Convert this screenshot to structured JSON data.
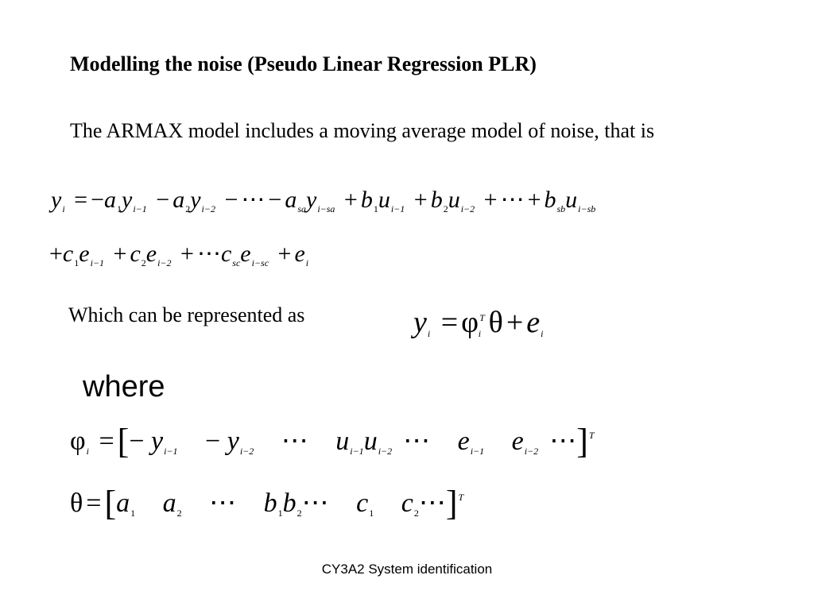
{
  "slide": {
    "title": "Modelling the noise (Pseudo Linear Regression PLR)",
    "intro": "The ARMAX model includes a moving average model of noise, that is",
    "which_text": "Which can be represented as",
    "where_text": "where",
    "footer": "CY3A2  System identification"
  },
  "symbols": {
    "y": "y",
    "a": "a",
    "b": "b",
    "u": "u",
    "c": "c",
    "e": "e",
    "phi": "φ",
    "theta": "θ",
    "eq": "=",
    "minus": "−",
    "plus": "+",
    "dots": "⋯",
    "lbracket": "[",
    "rbracket": "]",
    "sub_i": "i",
    "sub_1": "1",
    "sub_2": "2",
    "sub_sa": "sa",
    "sub_sb": "sb",
    "sub_sc": "sc",
    "sub_i1": "i−1",
    "sub_i2": "i−2",
    "sub_isa": "i−sa",
    "sub_isb": "i−sb",
    "sub_isc": "i−sc",
    "sup_T": "T"
  }
}
